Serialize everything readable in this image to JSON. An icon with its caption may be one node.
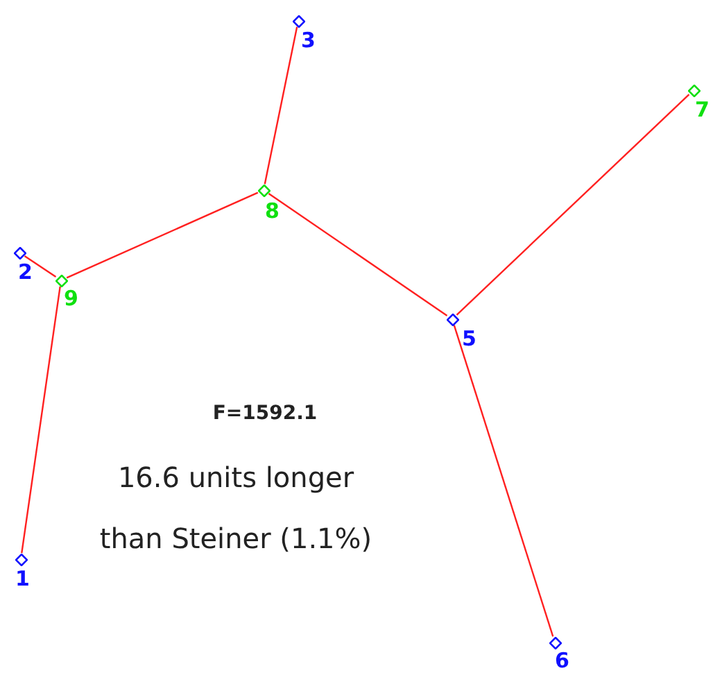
{
  "diagram": {
    "nodes": [
      {
        "text": [],
        "shape": "diamond",
        "beside": [
          "1"
        ]
      },
      {
        "text": [],
        "shape": "diamond",
        "beside": [
          "2"
        ]
      },
      {
        "text": [],
        "shape": "diamond",
        "beside": [
          "3"
        ]
      },
      {
        "text": [],
        "shape": "diamond",
        "beside": [
          "5"
        ]
      },
      {
        "text": [],
        "shape": "diamond",
        "beside": [
          "6"
        ]
      },
      {
        "text": [],
        "shape": "diamond",
        "beside": [
          "7"
        ]
      },
      {
        "text": [],
        "shape": "diamond",
        "beside": [
          "8"
        ]
      },
      {
        "text": [],
        "shape": "diamond",
        "beside": [
          "9"
        ]
      }
    ],
    "edges": [
      {
        "from": 2,
        "to": 6,
        "arrow": "none"
      },
      {
        "from": 6,
        "to": 7,
        "arrow": "none"
      },
      {
        "from": 1,
        "to": 7,
        "arrow": "none"
      },
      {
        "from": 7,
        "to": 0,
        "arrow": "none"
      },
      {
        "from": 6,
        "to": 3,
        "arrow": "none"
      },
      {
        "from": 3,
        "to": 5,
        "arrow": "none"
      },
      {
        "from": 3,
        "to": 4,
        "arrow": "none"
      }
    ],
    "labels": [
      "F=1592.1",
      "16.6 units longer than Steiner (1.1%)"
    ]
  }
}
